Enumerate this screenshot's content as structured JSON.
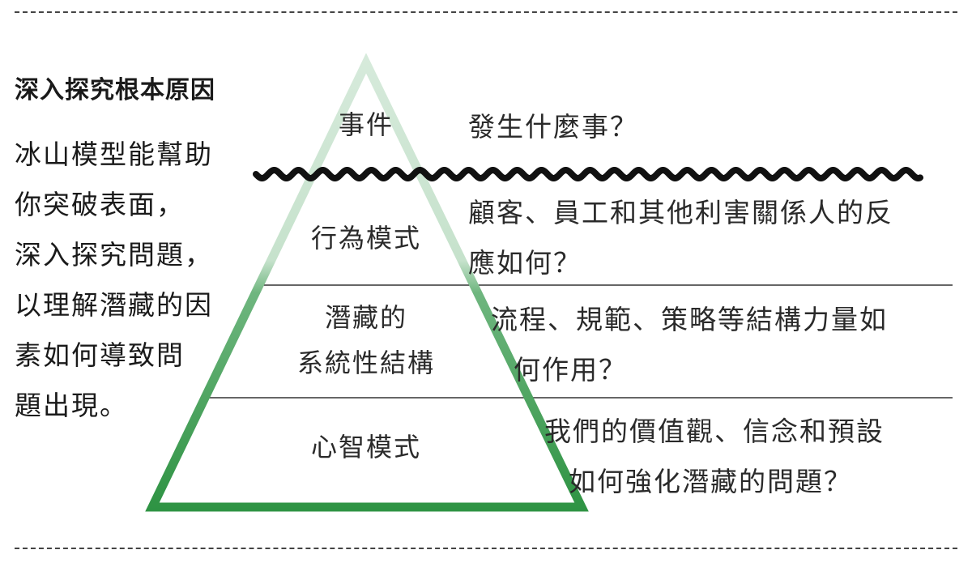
{
  "left_panel": {
    "heading": "深入探究根本原因",
    "body_lines": [
      "冰山模型能幫助",
      "你突破表面，",
      "深入探究問題，",
      "以理解潛藏的因",
      "素如何導致問",
      "題出現。"
    ]
  },
  "layers": [
    {
      "label_lines": [
        "事件"
      ],
      "question_lines": [
        "發生什麼事？"
      ]
    },
    {
      "label_lines": [
        "行為模式"
      ],
      "question_lines": [
        "顧客、員工和其他利害關係人的反",
        "應如何？"
      ]
    },
    {
      "label_lines": [
        "潛藏的",
        "系統性結構"
      ],
      "question_lines": [
        "流程、規範、策略等結構力量如",
        "何作用？"
      ]
    },
    {
      "label_lines": [
        "心智模式"
      ],
      "question_lines": [
        "我們的價值觀、信念和預設",
        "如何強化潛藏的問題？"
      ]
    }
  ],
  "colors": {
    "triangle_top": "#d3e8d8",
    "triangle_bottom": "#2e9343",
    "waterline": "#111111",
    "separator": "#333333"
  }
}
